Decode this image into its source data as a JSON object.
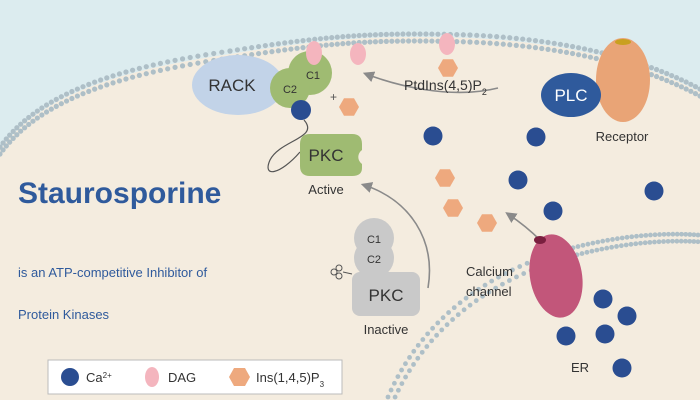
{
  "title": "Staurosporine",
  "subtitle_line1": "is an ATP-competitive Inhibitor of",
  "subtitle_line2": "Protein Kinases",
  "colors": {
    "background": "#f3ecdf",
    "cytoplasm": "#f4ecdf",
    "outside": "#dcecef",
    "membrane_dots": "#aebfc7",
    "calcium": "#2a4d91",
    "dag": "#f4b5be",
    "ins": "#eea97e",
    "pkc_active": "#9fbb72",
    "pkc_inactive": "#c9c9c9",
    "rack": "#c2d3e8",
    "plc": "#2f5a9c",
    "receptor": "#e9a476",
    "calcium_channel": "#c2567a",
    "title": "#2f5a9c",
    "arrow": "#8a8a8a"
  },
  "labels": {
    "rack": "RACK",
    "c1": "C1",
    "c2": "C2",
    "plus": "+",
    "pkc": "PKC",
    "active": "Active",
    "inactive": "Inactive",
    "plc": "PLC",
    "receptor": "Receptor",
    "pip2_base": "PtdIns(4,5)P",
    "pip2_sub": "2",
    "calcium_line1": "Calcium",
    "calcium_line2": "channel",
    "er": "ER"
  },
  "legend": {
    "ca_base": "Ca",
    "ca_sup": "2+",
    "dag": "DAG",
    "ins_base": "Ins(1,4,5)P",
    "ins_sub": "3"
  },
  "icons": {
    "calcium": "calcium-ion-icon",
    "dag": "dag-icon",
    "ins": "ins-hexagon-icon",
    "phosphate": "phosphate-cluster-icon"
  }
}
